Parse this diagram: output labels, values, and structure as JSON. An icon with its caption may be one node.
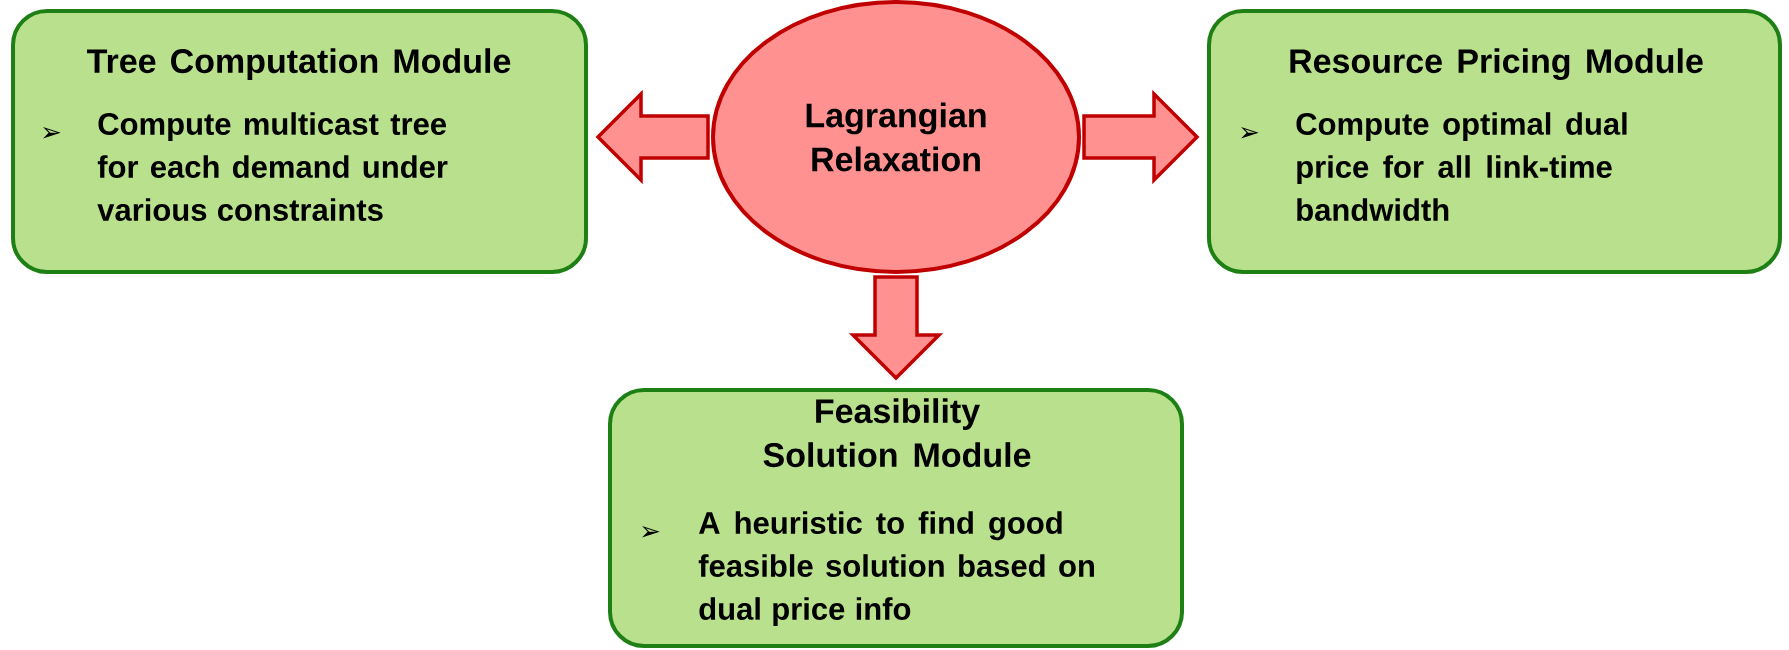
{
  "diagram": {
    "nodes": [
      {
        "text": [
          "Tree Computation Module",
          "Compute multicast tree for each demand under various constraints"
        ]
      },
      {
        "text": [
          "Lagrangian Relaxation"
        ]
      },
      {
        "text": [
          "Resource Pricing Module",
          "Compute optimal dual price for all link-time bandwidth"
        ]
      },
      {
        "text": [
          "Feasibility Solution Module",
          "A heuristic to find good feasible solution based on dual price info"
        ]
      }
    ],
    "edges": [
      {
        "from": 1,
        "to": 0,
        "arrow": "to"
      },
      {
        "from": 1,
        "to": 2,
        "arrow": "to"
      },
      {
        "from": 1,
        "to": 3,
        "arrow": "to"
      }
    ],
    "labels": [
      "➢",
      "➢",
      "➢"
    ]
  }
}
